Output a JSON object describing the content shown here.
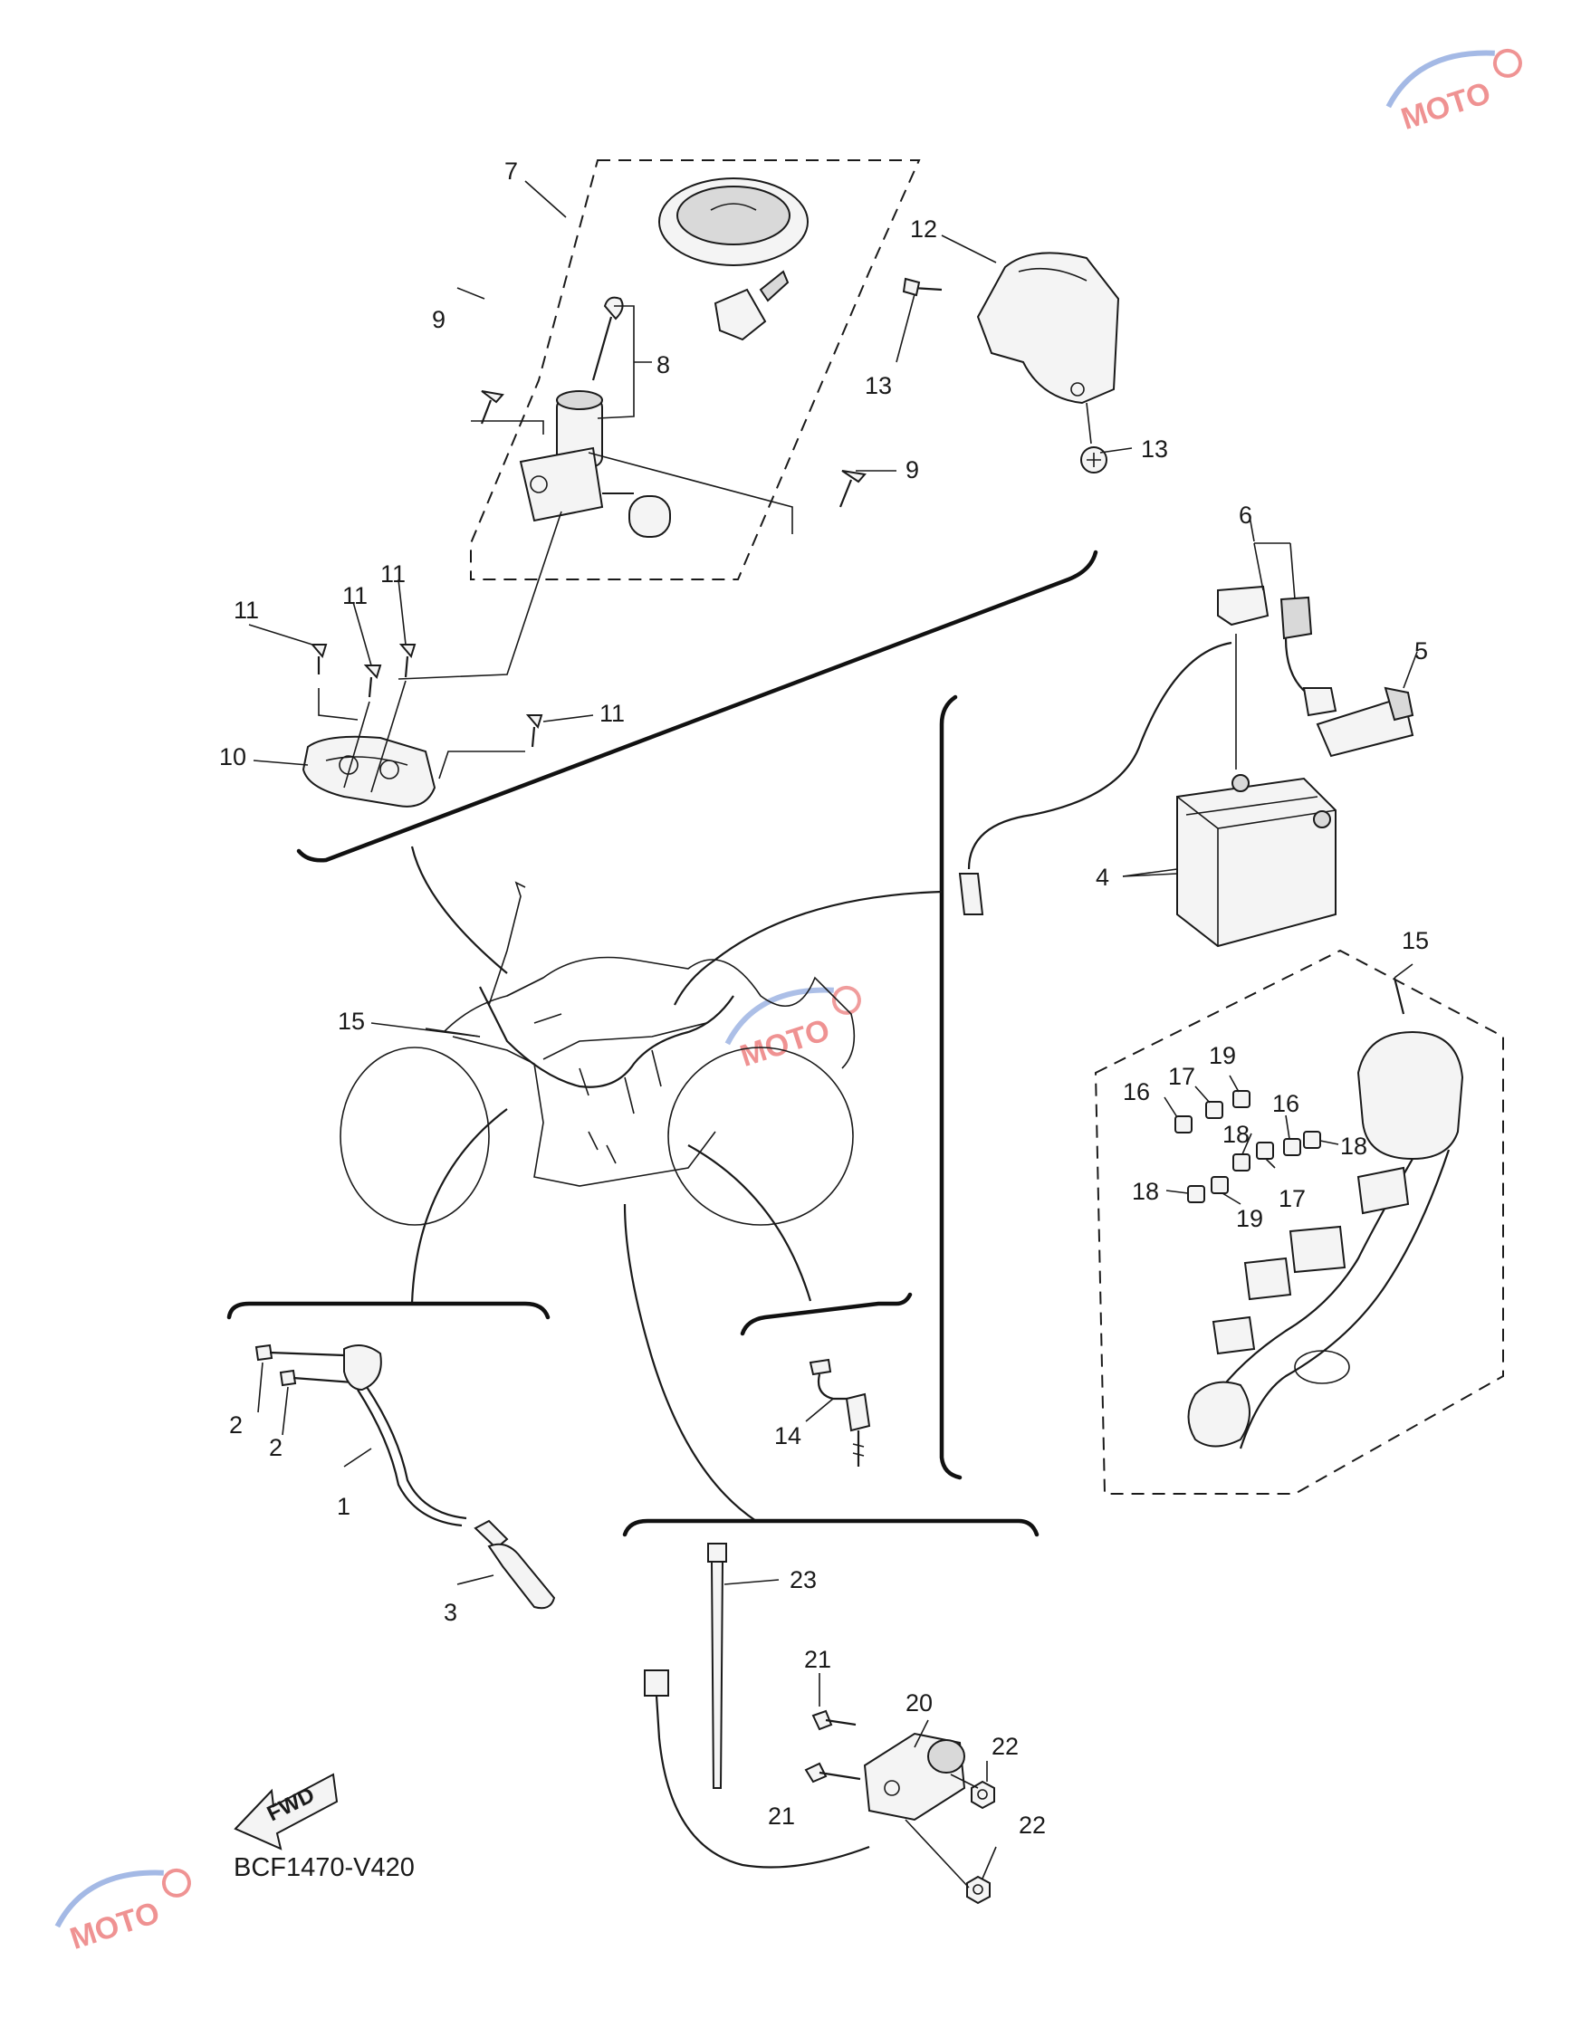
{
  "diagram_code": "BCF1470-V420",
  "fwd_label": "FWD",
  "watermark_text": "MOTO",
  "colors": {
    "line": "#1a1a1a",
    "watermark_red": "#e23a3a",
    "watermark_blue": "#5a7fd0"
  },
  "callouts": {
    "c1": "1",
    "c2a": "2",
    "c2b": "2",
    "c3": "3",
    "c4": "4",
    "c5": "5",
    "c6": "6",
    "c7": "7",
    "c8": "8",
    "c9a": "9",
    "c9b": "9",
    "c10": "10",
    "c11a": "11",
    "c11b": "11",
    "c11c": "11",
    "c11d": "11",
    "c12": "12",
    "c13a": "13",
    "c13b": "13",
    "c14": "14",
    "c15a": "15",
    "c15b": "15",
    "c16a": "16",
    "c16b": "16",
    "c17a": "17",
    "c17b": "17",
    "c18a": "18",
    "c18b": "18",
    "c18c": "18",
    "c19a": "19",
    "c19b": "19",
    "c20": "20",
    "c21a": "21",
    "c21b": "21",
    "c22a": "22",
    "c22b": "22",
    "c23": "23"
  }
}
